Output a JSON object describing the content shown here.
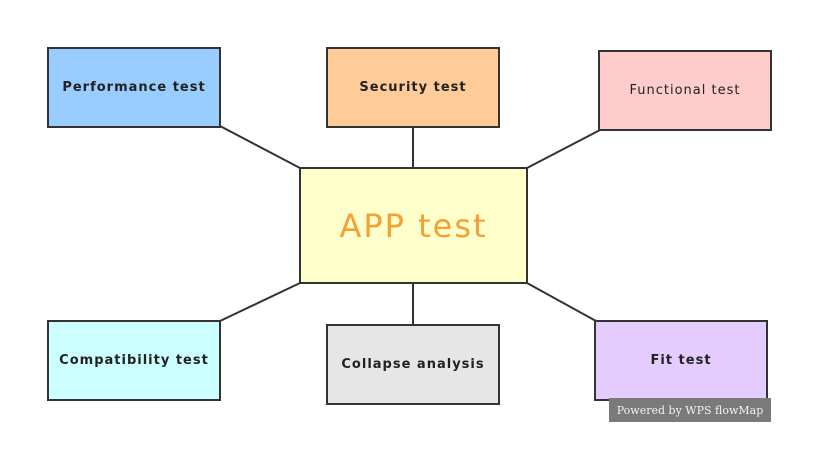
{
  "diagram": {
    "center": {
      "label": "APP test",
      "fill": "#ffffcc",
      "text_color": "#f5a032"
    },
    "nodes": [
      {
        "label": "Performance test",
        "fill": "#99ccff"
      },
      {
        "label": "Security test",
        "fill": "#ffcc99"
      },
      {
        "label": "Functional test",
        "fill": "#ffcccc"
      },
      {
        "label": "Compatibility test",
        "fill": "#ccffff"
      },
      {
        "label": "Collapse analysis",
        "fill": "#e6e6e6"
      },
      {
        "label": "Fit test",
        "fill": "#e5ccff"
      }
    ]
  },
  "watermark": {
    "text": "Powered by WPS flowMap",
    "fill": "#7a7a7a"
  }
}
